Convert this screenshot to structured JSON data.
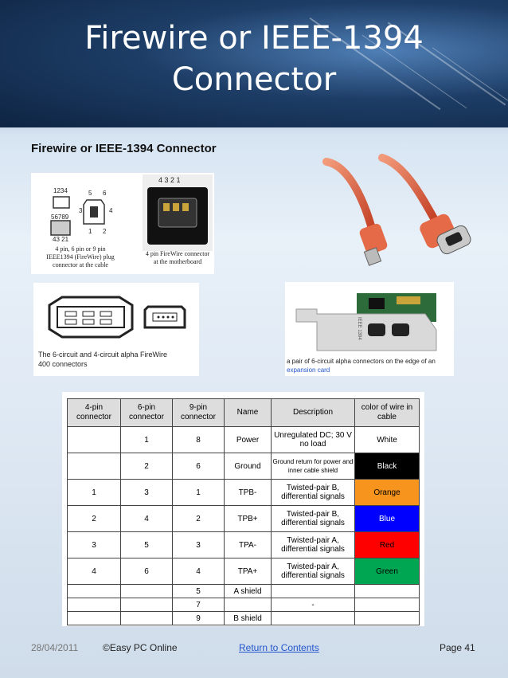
{
  "slide": {
    "title_line1": "Firewire or IEEE-1394",
    "title_line2": "Connector",
    "heading": "Firewire or IEEE-1394 Connector"
  },
  "figure1": {
    "pins_top": "1234",
    "pins_6": [
      "5",
      "6"
    ],
    "pins_side": [
      "3",
      "4"
    ],
    "pins_bottom": [
      "1",
      "2"
    ],
    "pins_9": "56789",
    "pins_9b": "43 21",
    "caption_left": "4 pin, 6 pin or 9 pin IEEE1394 (FireWire) plug connector at the cable",
    "right_numbers": "4 3 2 1",
    "caption_right": "4 pin FireWire connector at the motherboard"
  },
  "figure2": {
    "caption": "The 6-circuit and 4-circuit alpha FireWire 400 connectors"
  },
  "figure3": {
    "caption_prefix": "a pair of 6-circuit alpha connectors on the edge of an ",
    "caption_link": "expansion card",
    "bracket_text": "IEEE 1394"
  },
  "table": {
    "headers": [
      "4-pin connector",
      "6-pin connector",
      "9-pin connector",
      "Name",
      "Description",
      "color of wire in cable"
    ],
    "rows": [
      {
        "p4": "",
        "p6": "1",
        "p9": "8",
        "name": "Power",
        "desc": "Unregulated DC; 30 V no load",
        "color": "White",
        "bg": "#ffffff",
        "fg": "#000000"
      },
      {
        "p4": "",
        "p6": "2",
        "p9": "6",
        "name": "Ground",
        "desc": "Ground return for power and inner cable shield",
        "color": "Black",
        "bg": "#000000",
        "fg": "#ffffff"
      },
      {
        "p4": "1",
        "p6": "3",
        "p9": "1",
        "name": "TPB-",
        "desc": "Twisted-pair B, differential signals",
        "color": "Orange",
        "bg": "#f7941d",
        "fg": "#000000"
      },
      {
        "p4": "2",
        "p6": "4",
        "p9": "2",
        "name": "TPB+",
        "desc": "Twisted-pair B, differential signals",
        "color": "Blue",
        "bg": "#0000ff",
        "fg": "#ffffff"
      },
      {
        "p4": "3",
        "p6": "5",
        "p9": "3",
        "name": "TPA-",
        "desc": "Twisted-pair A, differential signals",
        "color": "Red",
        "bg": "#ff0000",
        "fg": "#000000"
      },
      {
        "p4": "4",
        "p6": "6",
        "p9": "4",
        "name": "TPA+",
        "desc": "Twisted-pair A, differential signals",
        "color": "Green",
        "bg": "#00a651",
        "fg": "#000000"
      },
      {
        "p4": "",
        "p6": "",
        "p9": "5",
        "name": "A shield",
        "desc": "",
        "color": "",
        "bg": "#ffffff",
        "fg": "#000000"
      },
      {
        "p4": "",
        "p6": "",
        "p9": "7",
        "name": "",
        "desc": "-",
        "color": "",
        "bg": "#ffffff",
        "fg": "#000000"
      },
      {
        "p4": "",
        "p6": "",
        "p9": "9",
        "name": "B shield",
        "desc": "",
        "color": "",
        "bg": "#ffffff",
        "fg": "#000000"
      }
    ]
  },
  "footer": {
    "date": "28/04/2011",
    "copyright": "©Easy PC Online",
    "link": "Return to Contents",
    "page": "Page 41"
  }
}
